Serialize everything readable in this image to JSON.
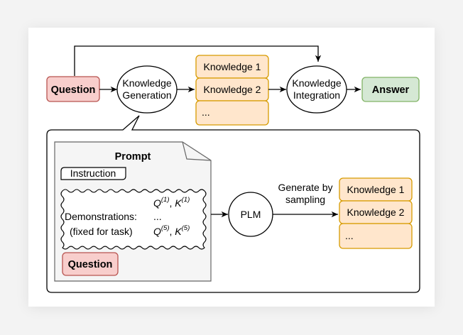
{
  "top_pipeline": {
    "question": "Question",
    "knowledge_generation": [
      "Knowledge",
      "Generation"
    ],
    "knowledge_items": [
      "Knowledge 1",
      "Knowledge 2",
      "..."
    ],
    "knowledge_integration": [
      "Knowledge",
      "Integration"
    ],
    "answer": "Answer"
  },
  "prompt_panel": {
    "title": "Prompt",
    "instruction": "Instruction",
    "demonstrations": {
      "label": "Demonstrations:",
      "sublabel": "(fixed for task)",
      "q1": "Q",
      "q1_sup": "(1)",
      "k1": "K",
      "k1_sup": "(1)",
      "ellipsis": "...",
      "q5": "Q",
      "q5_sup": "(5)",
      "k5": "K",
      "k5_sup": "(5)",
      "separator": ","
    },
    "question": "Question"
  },
  "plm": "PLM",
  "sampling_label": [
    "Generate by",
    "sampling"
  ],
  "generated_knowledge": [
    "Knowledge 1",
    "Knowledge 2",
    "..."
  ],
  "colors": {
    "question_fill": "#f8cecc",
    "question_stroke": "#b85450",
    "knowledge_fill": "#ffe6cc",
    "knowledge_stroke": "#d79b00",
    "answer_fill": "#d5e8d4",
    "answer_stroke": "#82b366",
    "prompt_fill": "#f5f5f5",
    "prompt_stroke": "#666666"
  }
}
